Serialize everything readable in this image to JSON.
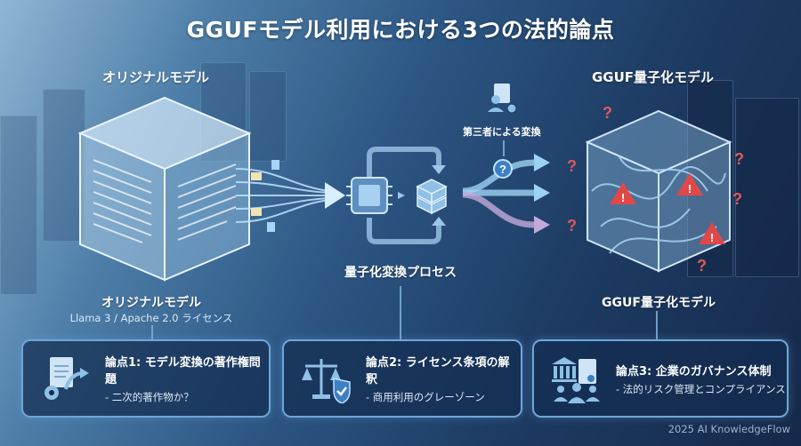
{
  "title": "GGUFモデル利用における3つの法的論点",
  "top_labels": {
    "original": "オリジナルモデル",
    "gguf": "GGUF量子化モデル",
    "third_party": "第三者による変換"
  },
  "stages": {
    "original": {
      "label": "オリジナルモデル",
      "sub": "Llama 3 / Apache 2.0 ライセンス"
    },
    "process": {
      "label": "量子化変換プロセス"
    },
    "gguf": {
      "label": "GGUF量子化モデル"
    }
  },
  "cards": [
    {
      "title": "論点1: モデル変換の著作権問題",
      "sub": "- 二次的著作物か？",
      "icon": "document-conversion-icon"
    },
    {
      "title": "論点2: ライセンス条項の解釈",
      "sub": "- 商用利用のグレーゾーン",
      "icon": "scales-shield-icon"
    },
    {
      "title": "論点3: 企業のガバナンス体制",
      "sub": "- 法的リスク管理とコンプライアンス",
      "icon": "institution-people-icon"
    }
  ],
  "footer": "2025 AI KnowledgeFlow",
  "colors": {
    "accent": "#6fa6d8",
    "warning": "#e04848",
    "question": "#e05a5a",
    "card_bg": "#142d50"
  }
}
